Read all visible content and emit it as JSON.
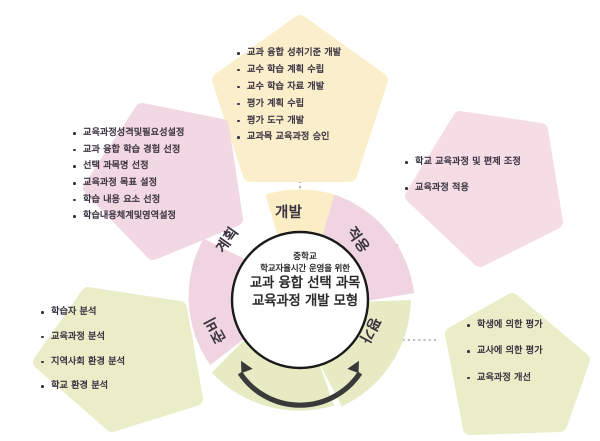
{
  "figure": {
    "title": "중학교 학교자율시간 운영을 위한 교과 융합 선택 과목 교육과정 개발 모형",
    "background": "#ffffff"
  },
  "center": {
    "line1": "중학교",
    "line2": "학교자율시간 운영을 위한",
    "line3": "교과 융합 선택 과목",
    "line4": "교육과정 개발 모형",
    "fill": "#ffffff",
    "stroke": "#1a1a1a"
  },
  "cycle_arrow": {
    "name": "bidirectional-cycle-arrow",
    "color": "#3a3a3a"
  },
  "ring": {
    "segments": [
      {
        "id": "develop",
        "label": "개발",
        "color": "#fbeec6",
        "position": "top"
      },
      {
        "id": "plan",
        "label": "계획",
        "color": "#f0d5e0",
        "position": "upper-left"
      },
      {
        "id": "apply",
        "label": "적용",
        "color": "#f0d5e0",
        "position": "upper-right"
      },
      {
        "id": "prepare",
        "label": "준비",
        "color": "#e6ebc4",
        "position": "lower-left"
      },
      {
        "id": "evaluate",
        "label": "평가",
        "color": "#e6ebc4",
        "position": "lower-right"
      }
    ]
  },
  "callouts": {
    "develop": {
      "stage": "개발",
      "color": "#fbeecb",
      "items": [
        "교과 융합 성취기준 개발",
        "교수 학습 계획 수립",
        "교수 학습 자료 개발",
        "평가 계획 수립",
        "평가 도구 개발",
        "교과목 교육과정 승인"
      ]
    },
    "plan": {
      "stage": "계획",
      "color": "#f2d8e2",
      "items": [
        "교육과정성격및필요성설정",
        "교과 융합 학습 경험 선정",
        "선택 과목명 선정",
        "교육과정 목표 설정",
        "학습 내용 요소 선정",
        "학습내용체계및영역설정"
      ]
    },
    "apply": {
      "stage": "적용",
      "color": "#f5dce5",
      "items": [
        "학교 교육과정 및 편제 조정",
        "교육과정 적용"
      ]
    },
    "prepare": {
      "stage": "준비",
      "color": "#e9eec9",
      "items": [
        "학습자 분석",
        "교육과정 분석",
        "지역사회 환경 분석",
        "학교 환경 분석"
      ]
    },
    "evaluate": {
      "stage": "평가",
      "color": "#e9eec9",
      "items": [
        "학생에 의한 평가",
        "교사에 의한 평가",
        "교육과정 개선"
      ]
    }
  },
  "connectors": {
    "style": "dotted",
    "color": "#6f6f6f"
  }
}
